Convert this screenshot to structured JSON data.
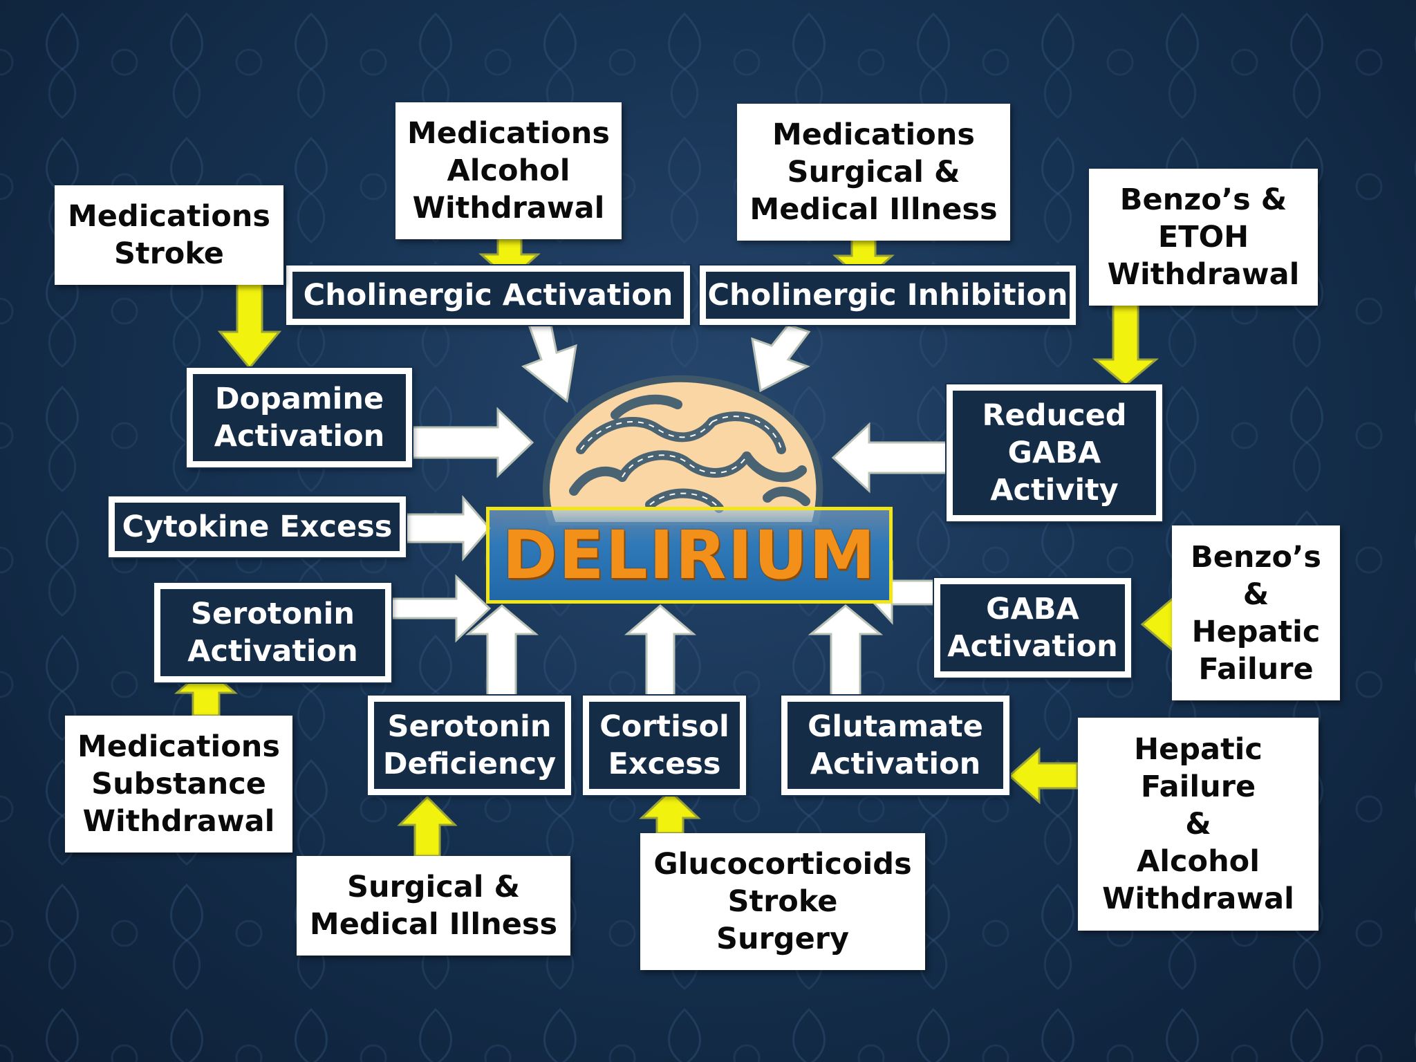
{
  "center": {
    "title": "DELIRIUM"
  },
  "icons": {
    "brain": "brain-icon"
  },
  "colors": {
    "background": "#163252",
    "cause_arrow": "#f2f20f",
    "mechanism_arrow": "#ffffff",
    "center_border": "#f2e619",
    "center_text": "#f29019"
  },
  "causes": {
    "meds_stroke": "Medications\nStroke",
    "meds_alcohol_withdrawal": "Medications\nAlcohol\nWithdrawal",
    "meds_surgical_medical": "Medications\nSurgical &\nMedical Illness",
    "benzo_etoh": "Benzo’s &\nETOH\nWithdrawal",
    "benzo_hepatic": "Benzo’s\n&\nHepatic\nFailure",
    "meds_substance_withdrawal": "Medications\nSubstance\nWithdrawal",
    "surgical_medical_illness": "Surgical &\nMedical Illness",
    "glucocorticoids": "Glucocorticoids\nStroke\nSurgery",
    "hepatic_alcohol": "Hepatic\nFailure\n&\nAlcohol\nWithdrawal"
  },
  "mechanisms": {
    "cholinergic_activation": "Cholinergic Activation",
    "cholinergic_inhibition": "Cholinergic Inhibition",
    "dopamine_activation": "Dopamine\nActivation",
    "reduced_gaba": "Reduced\nGABA\nActivity",
    "cytokine_excess": "Cytokine Excess",
    "serotonin_activation": "Serotonin\nActivation",
    "gaba_activation": "GABA\nActivation",
    "serotonin_deficiency": "Serotonin\nDeficiency",
    "cortisol_excess": "Cortisol\nExcess",
    "glutamate_activation": "Glutamate\nActivation"
  }
}
